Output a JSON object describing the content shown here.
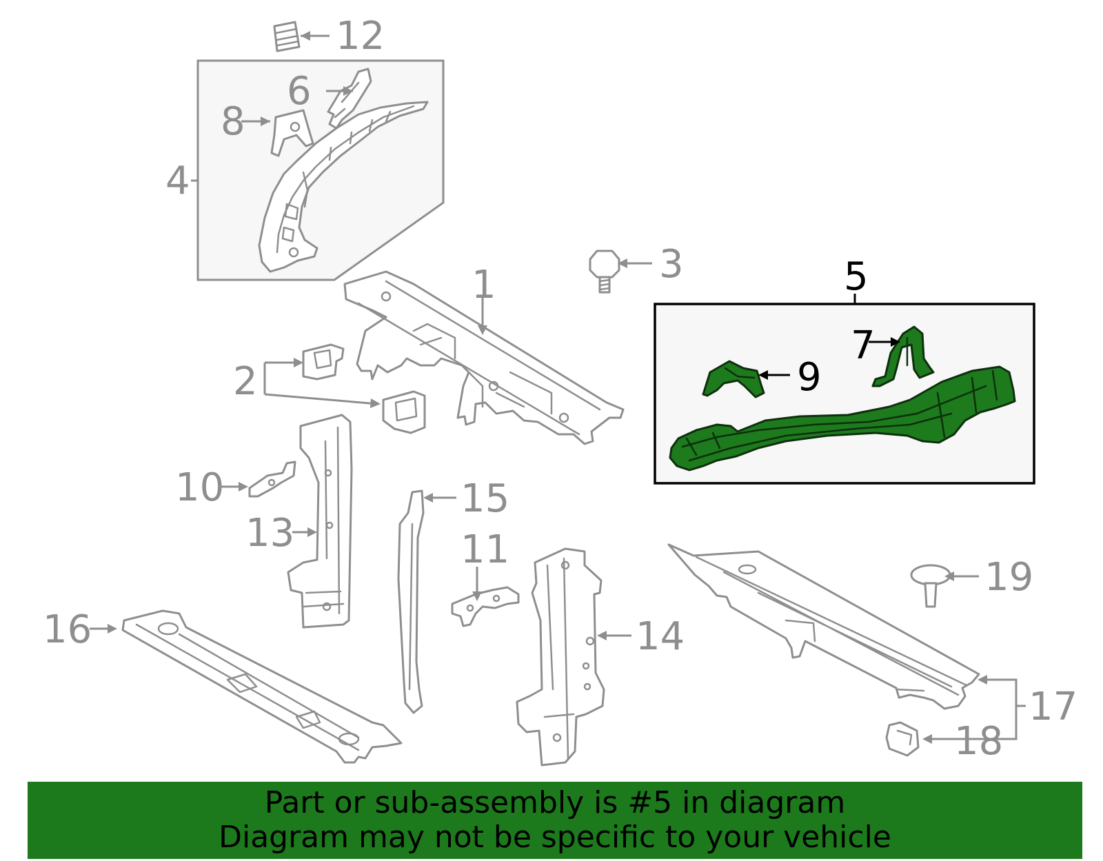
{
  "diagram": {
    "callouts": [
      {
        "id": "1",
        "label": "1"
      },
      {
        "id": "2",
        "label": "2"
      },
      {
        "id": "3",
        "label": "3"
      },
      {
        "id": "4",
        "label": "4"
      },
      {
        "id": "5",
        "label": "5"
      },
      {
        "id": "6",
        "label": "6"
      },
      {
        "id": "7",
        "label": "7"
      },
      {
        "id": "8",
        "label": "8"
      },
      {
        "id": "9",
        "label": "9"
      },
      {
        "id": "10",
        "label": "10"
      },
      {
        "id": "11",
        "label": "11"
      },
      {
        "id": "12",
        "label": "12"
      },
      {
        "id": "13",
        "label": "13"
      },
      {
        "id": "14",
        "label": "14"
      },
      {
        "id": "15",
        "label": "15"
      },
      {
        "id": "16",
        "label": "16"
      },
      {
        "id": "17",
        "label": "17"
      },
      {
        "id": "18",
        "label": "18"
      },
      {
        "id": "19",
        "label": "19"
      }
    ],
    "highlighted_part": "5",
    "colors": {
      "line": "#8e8e8e",
      "highlight_part": "#1d7a1d",
      "highlight_box": "#000000",
      "box_fill": "#f7f7f7",
      "banner": "#1c7a1c"
    }
  },
  "banner": {
    "line1": "Part or sub-assembly is #5 in diagram",
    "line2": "Diagram may not be specific to your vehicle"
  }
}
